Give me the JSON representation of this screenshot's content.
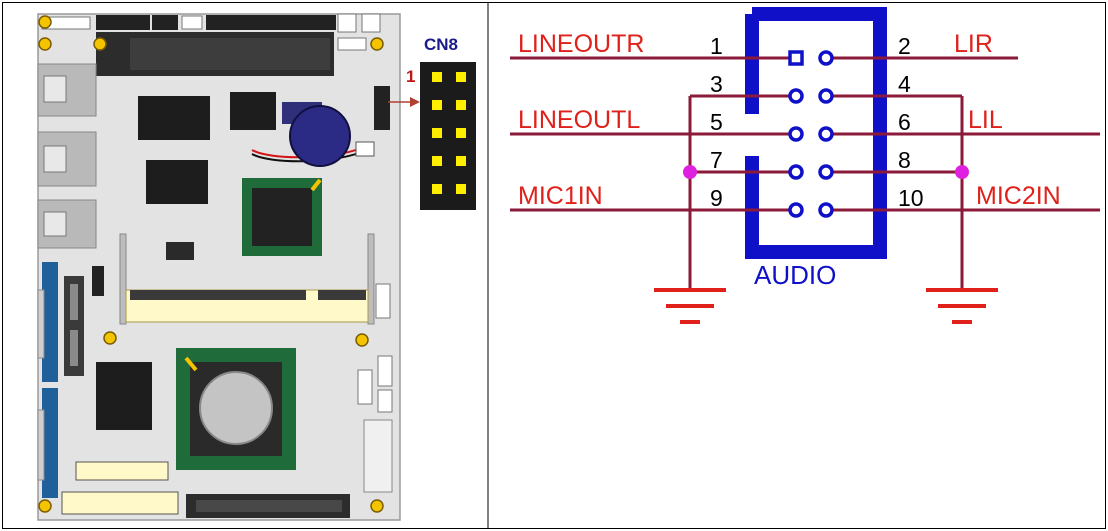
{
  "board": {
    "connector_label": "CN8",
    "pin_marker": "1"
  },
  "schematic": {
    "connector_name": "AUDIO",
    "pins": [
      "1",
      "2",
      "3",
      "4",
      "5",
      "6",
      "7",
      "8",
      "9",
      "10"
    ],
    "signals": {
      "pin1": "LINEOUTR",
      "pin2": "LIR",
      "pin5": "LINEOUTL",
      "pin6": "LIL",
      "pin9": "MIC1IN",
      "pin10": "MIC2IN"
    }
  },
  "colors": {
    "wire": "#8b1a3a",
    "label": "#e0201a",
    "connector": "#1010c8",
    "junction": "#e020e0",
    "ground": "#e0201a",
    "header_pin": "#ffee00"
  }
}
